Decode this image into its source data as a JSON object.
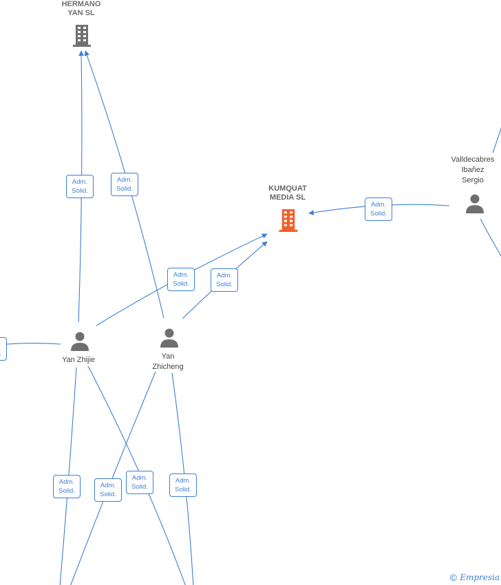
{
  "companies": {
    "hermano": {
      "line1": "HERMANO",
      "line2": "YAN SL",
      "color": "#707070"
    },
    "kumquat": {
      "line1": "KUMQUAT",
      "line2": "MEDIA SL",
      "color": "#f0602c"
    }
  },
  "people": {
    "valldecabres": {
      "line1": "Valldecabres",
      "line2": "Ibañez",
      "line3": "Sergio"
    },
    "zhijie": {
      "line1": "Yan Zhijie"
    },
    "zhicheng": {
      "line1": "Yan",
      "line2": "Zhicheng"
    }
  },
  "edge_labels": {
    "line1": "Adm.",
    "line2": "Solid."
  },
  "colors": {
    "edge": "#3b7fd4",
    "person_icon": "#6f6f6f"
  },
  "watermark": {
    "copyright": "©",
    "brand": "Empresia"
  }
}
